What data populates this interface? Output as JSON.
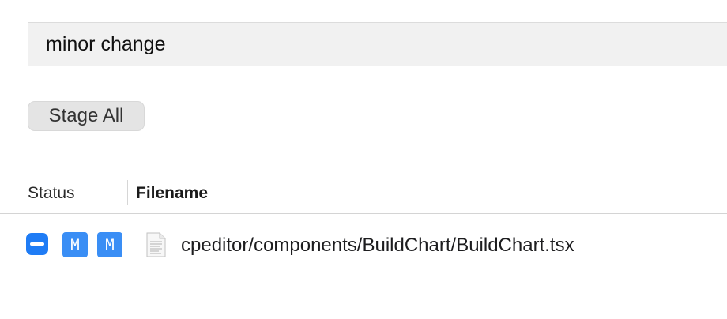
{
  "commit": {
    "message": "minor change"
  },
  "actions": {
    "stage_all_label": "Stage All"
  },
  "columns": {
    "status": "Status",
    "filename": "Filename"
  },
  "files": [
    {
      "staged": true,
      "index_status": "M",
      "worktree_status": "M",
      "icon": "document-icon",
      "path": "cpeditor/components/BuildChart/BuildChart.tsx"
    }
  ],
  "colors": {
    "accent": "#1f7cf5",
    "badge": "#3a8ef5",
    "input_background": "#f1f1f1",
    "button_background": "#e4e4e4"
  }
}
